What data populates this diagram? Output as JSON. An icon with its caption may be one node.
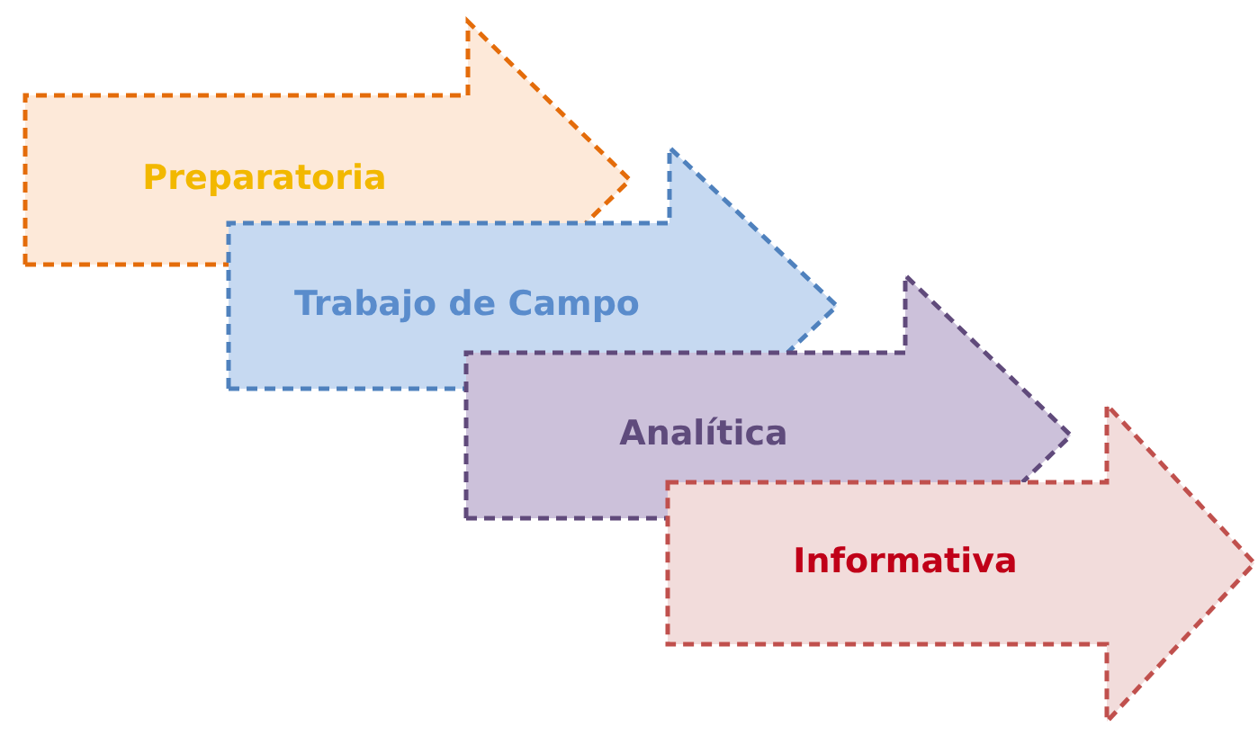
{
  "diagram": {
    "nodes": [
      {
        "text": [
          "Preparatoria"
        ]
      },
      {
        "text": [
          "Trabajo de Campo"
        ]
      },
      {
        "text": [
          "Analítica"
        ]
      },
      {
        "text": [
          "Informativa"
        ]
      }
    ]
  }
}
